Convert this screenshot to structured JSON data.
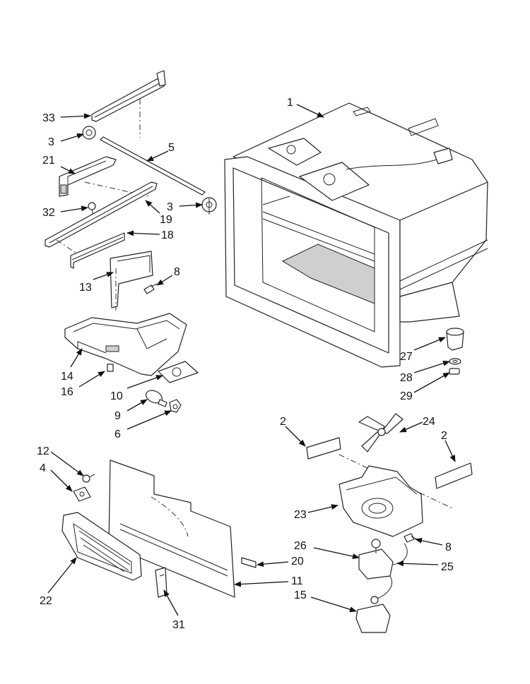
{
  "diagram": {
    "callouts": {
      "c1": "1",
      "c2a": "2",
      "c2b": "2",
      "c3a": "3",
      "c3b": "3",
      "c4": "4",
      "c5": "5",
      "c6": "6",
      "c8a": "8",
      "c8b": "8",
      "c9": "9",
      "c10": "10",
      "c11": "11",
      "c12": "12",
      "c13": "13",
      "c14": "14",
      "c15": "15",
      "c16": "16",
      "c18": "18",
      "c19": "19",
      "c20": "20",
      "c21": "21",
      "c22": "22",
      "c23": "23",
      "c24": "24",
      "c25": "25",
      "c26": "26",
      "c27": "27",
      "c28": "28",
      "c29": "29",
      "c31": "31",
      "c32": "32",
      "c33": "33"
    }
  }
}
